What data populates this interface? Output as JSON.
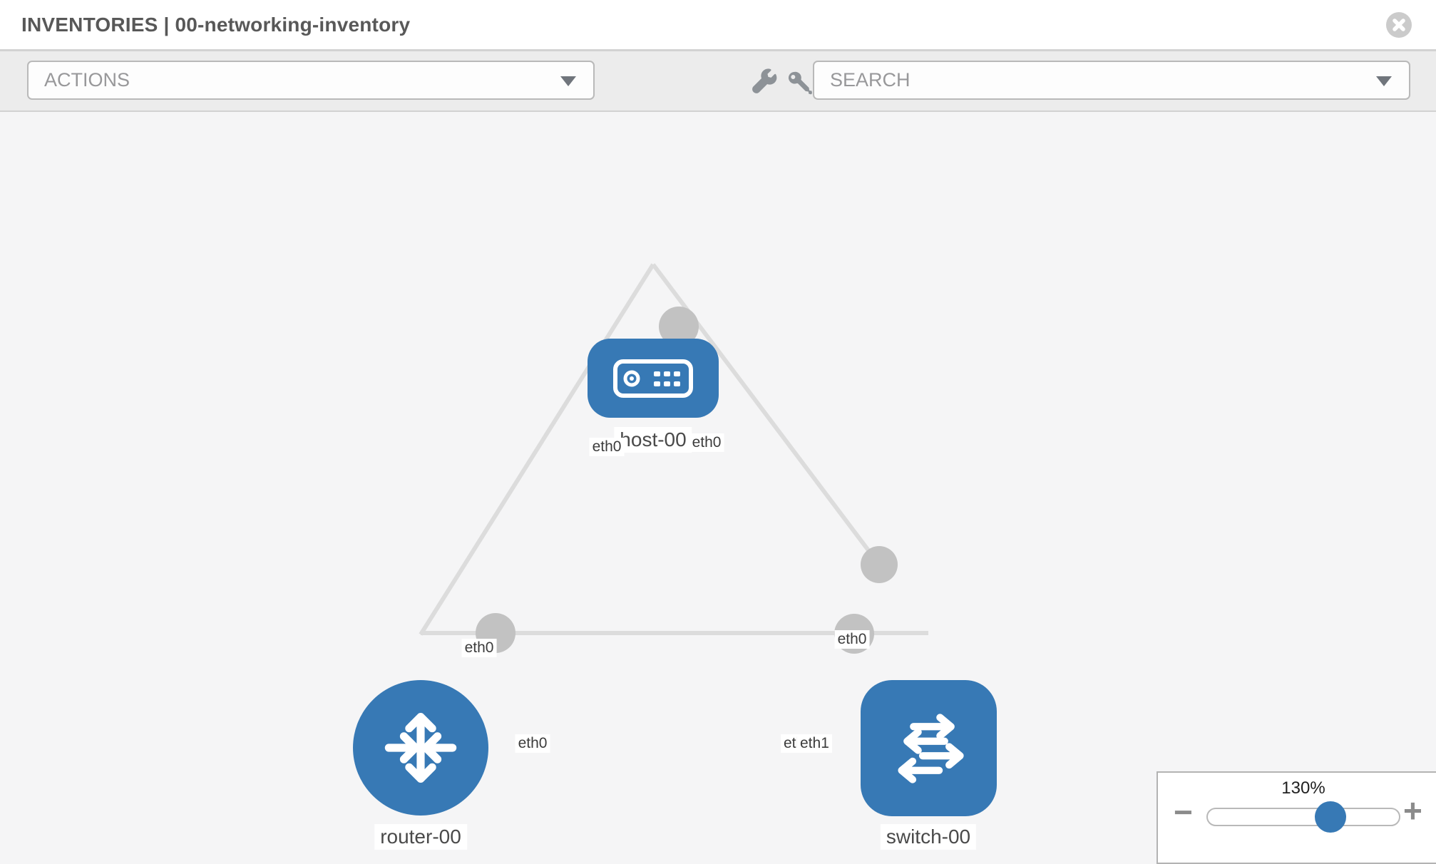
{
  "header": {
    "title": "INVENTORIES | 00-networking-inventory",
    "close_icon": "x-circle"
  },
  "toolbar": {
    "actions_label": "ACTIONS",
    "search_placeholder": "SEARCH",
    "wrench_icon": "wrench",
    "key_icon": "key"
  },
  "topology": {
    "nodes": [
      {
        "label": "host-00",
        "type": "host",
        "icon": "server-icon"
      },
      {
        "label": "router-00",
        "type": "router",
        "icon": "router-arrows-icon"
      },
      {
        "label": "switch-00",
        "type": "switch",
        "icon": "switch-arrows-icon"
      }
    ],
    "links": [
      {
        "from_node": "host-00",
        "from_label": "eth0",
        "to_node": "router-00",
        "to_label": "eth0"
      },
      {
        "from_node": "host-00",
        "from_label": "eth0",
        "to_node": "switch-00",
        "to_label": "eth0"
      },
      {
        "from_node": "router-00",
        "from_label": "eth0",
        "to_node": "switch-00",
        "to_label": "eth1",
        "overlapped_label": "eth0"
      }
    ]
  },
  "zoom_control": {
    "level": "130%",
    "minus_label": "−",
    "plus_label": "+",
    "slider_percent": 64
  },
  "colors": {
    "node_blue": "#3779b5",
    "link_gray": "#dcdcdc",
    "interface_dot_gray": "#c2c2c2",
    "canvas_bg": "#f5f5f6",
    "toolbar_bg": "#ececec",
    "title_text": "#585858",
    "placeholder_text": "#98989a"
  }
}
